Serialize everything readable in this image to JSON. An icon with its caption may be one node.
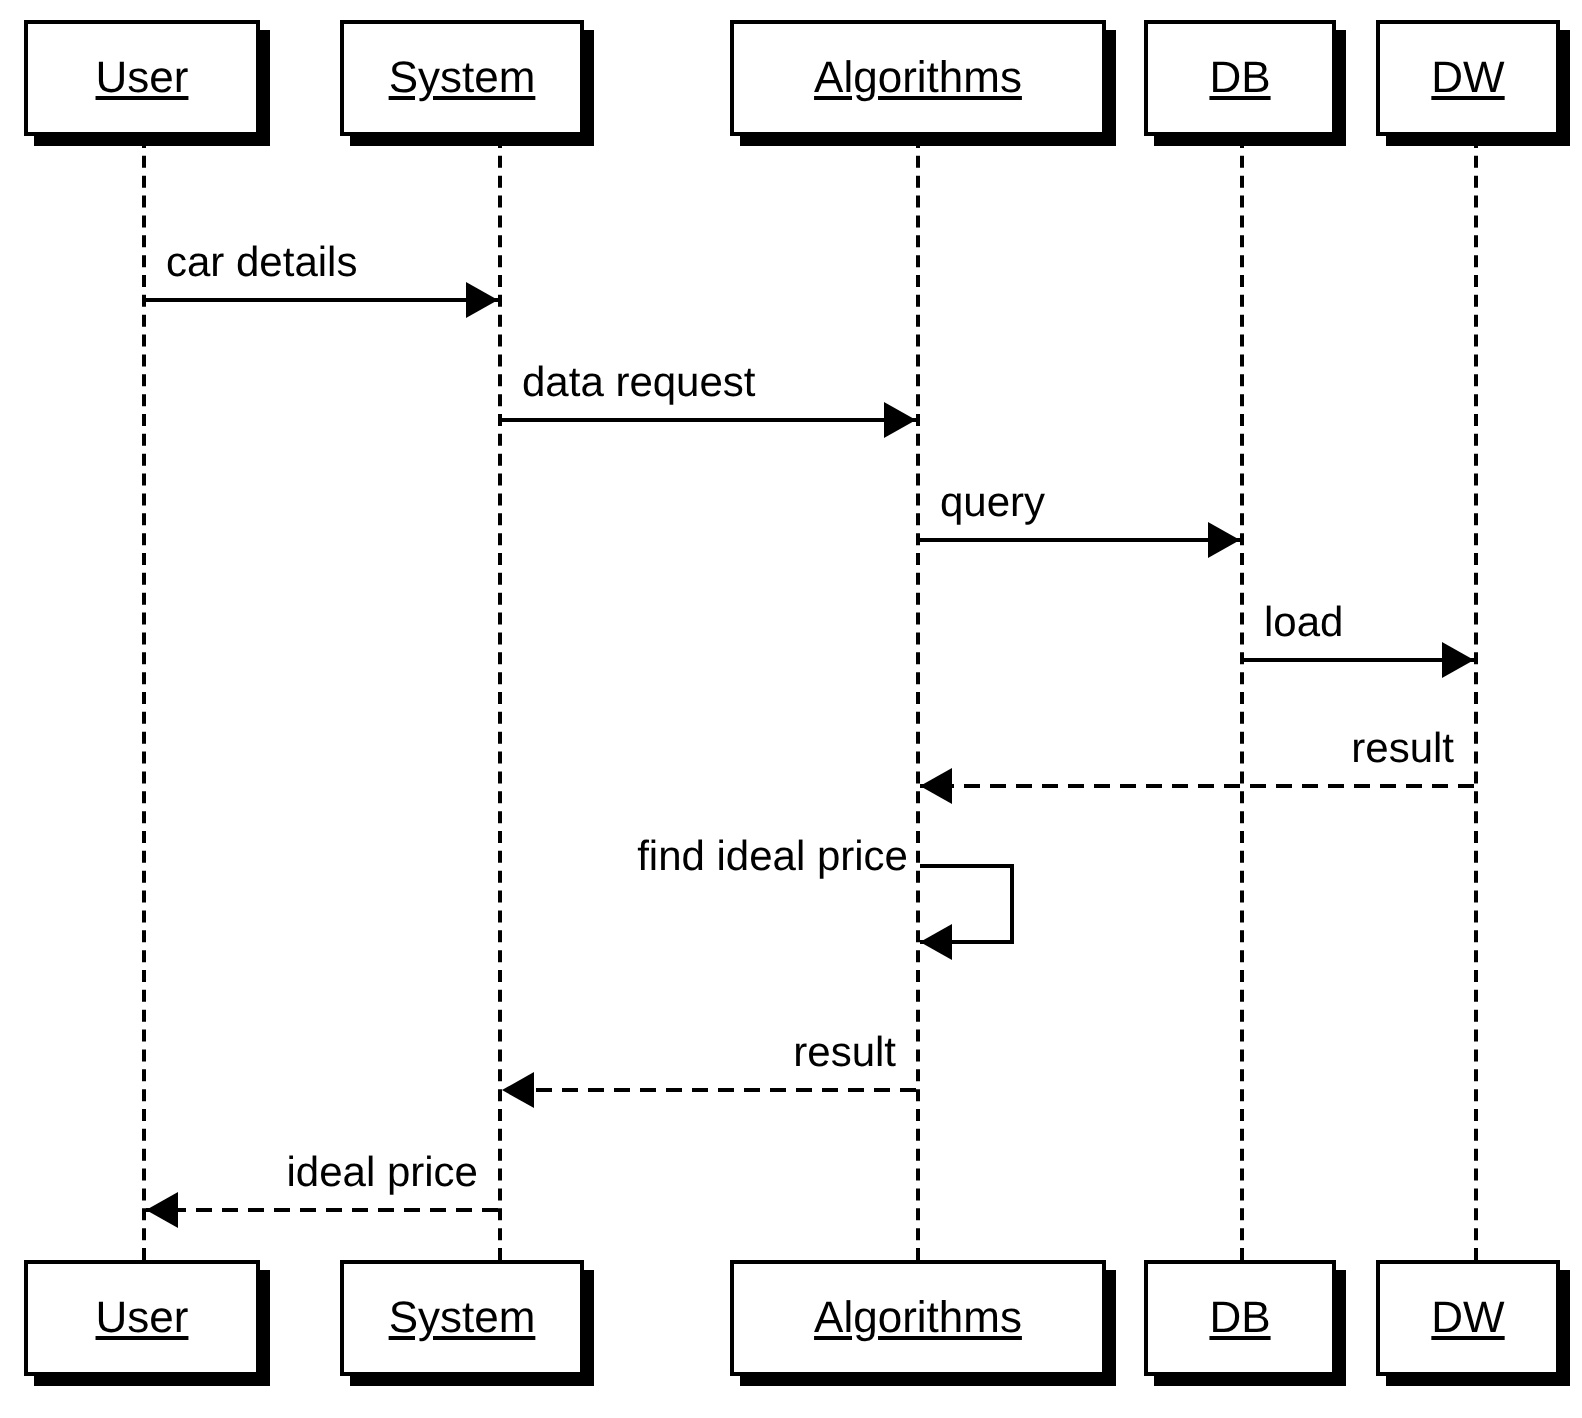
{
  "diagram": {
    "nodes": [
      {
        "text": [
          "User"
        ]
      },
      {
        "text": [
          "System"
        ]
      },
      {
        "text": [
          "Algorithms"
        ]
      },
      {
        "text": [
          "DB"
        ]
      },
      {
        "text": [
          "DW"
        ]
      },
      {
        "text": [],
        "shape": "line"
      },
      {
        "text": [],
        "shape": "line"
      },
      {
        "text": [],
        "shape": "line"
      },
      {
        "text": [],
        "shape": "line"
      },
      {
        "text": [],
        "shape": "line"
      },
      {
        "text": [
          "User"
        ]
      },
      {
        "text": [
          "System"
        ]
      },
      {
        "text": [
          "Algorithms"
        ]
      },
      {
        "text": [
          "DB"
        ]
      },
      {
        "text": [
          "DW"
        ]
      }
    ],
    "edges": [
      {
        "from": 5,
        "to": 6,
        "arrow": "to",
        "label": "car details"
      },
      {
        "from": 6,
        "to": 7,
        "arrow": "to",
        "label": "data request"
      },
      {
        "from": 7,
        "to": 8,
        "arrow": "to",
        "label": "query"
      },
      {
        "from": 8,
        "to": 9,
        "arrow": "to",
        "label": "load"
      },
      {
        "from": 9,
        "to": 7,
        "arrow": "to",
        "label": "result",
        "style": "dashed"
      },
      {
        "from": 7,
        "to": 7,
        "arrow": "to",
        "label": "find ideal price"
      },
      {
        "from": 7,
        "to": 6,
        "arrow": "to",
        "label": "result",
        "style": "dashed"
      },
      {
        "from": 6,
        "to": 5,
        "arrow": "to",
        "label": "ideal price",
        "style": "dashed"
      }
    ]
  }
}
